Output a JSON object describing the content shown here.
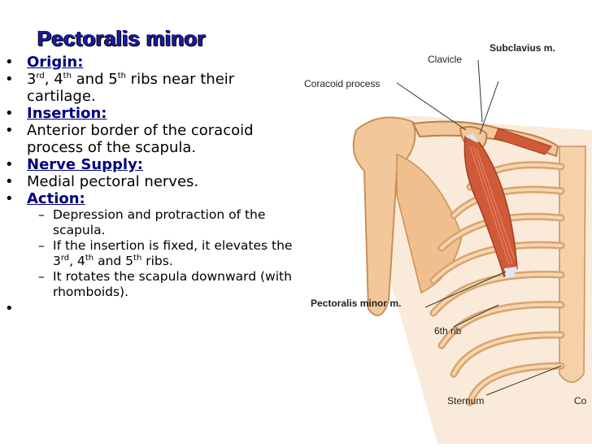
{
  "slide": {
    "title": "Pectoralis minor",
    "bullets": [
      {
        "label": "Origin:",
        "text": ""
      },
      {
        "text_parts": [
          "3",
          "rd",
          ", 4",
          "th",
          " and 5",
          "th",
          " ribs near their cartilage."
        ]
      },
      {
        "label": "Insertion:",
        "text": ""
      },
      {
        "text": "Anterior border of the coracoid process of the scapula."
      },
      {
        "label": "Nerve Supply:",
        "text": ""
      },
      {
        "text": "Medial pectoral nerves."
      },
      {
        "label": "Action:",
        "text": ""
      }
    ],
    "sub_bullets": [
      {
        "text": "Depression and protraction of the scapula."
      },
      {
        "text_parts": [
          "If the insertion is fixed, it elevates the 3",
          "rd",
          ", 4",
          "th",
          " and 5",
          "th",
          " ribs."
        ]
      },
      {
        "text": "It rotates the scapula downward (with rhomboids)."
      }
    ]
  },
  "figure": {
    "labels": {
      "subclavius": "Subclavius m.",
      "clavicle": "Clavicle",
      "coracoid": "Coracoid process",
      "pec_minor": "Pectoralis minor m.",
      "rib6": "6th rib",
      "sternum": "Sternum",
      "co": "Co"
    },
    "colors": {
      "bone": "#f2c79a",
      "bone_dark": "#c8905a",
      "muscle": "#cf5a3a",
      "muscle_dark": "#a53a22",
      "title_blue": "#1a1aa8"
    }
  }
}
